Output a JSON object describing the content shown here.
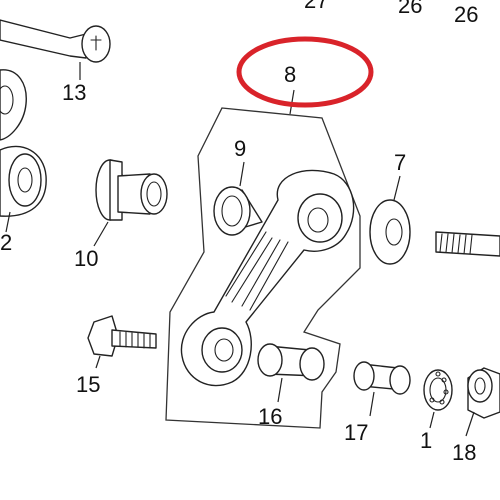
{
  "callouts": {
    "c27": "27",
    "c26a": "26",
    "c26b": "26",
    "c13": "13",
    "c8": "8",
    "c9": "9",
    "c7": "7",
    "c2": "2",
    "c10": "10",
    "c15": "15",
    "c16": "16",
    "c17": "17",
    "c1": "1",
    "c18": "18"
  },
  "highlight": {
    "color": "#d9232a",
    "target": "8"
  }
}
